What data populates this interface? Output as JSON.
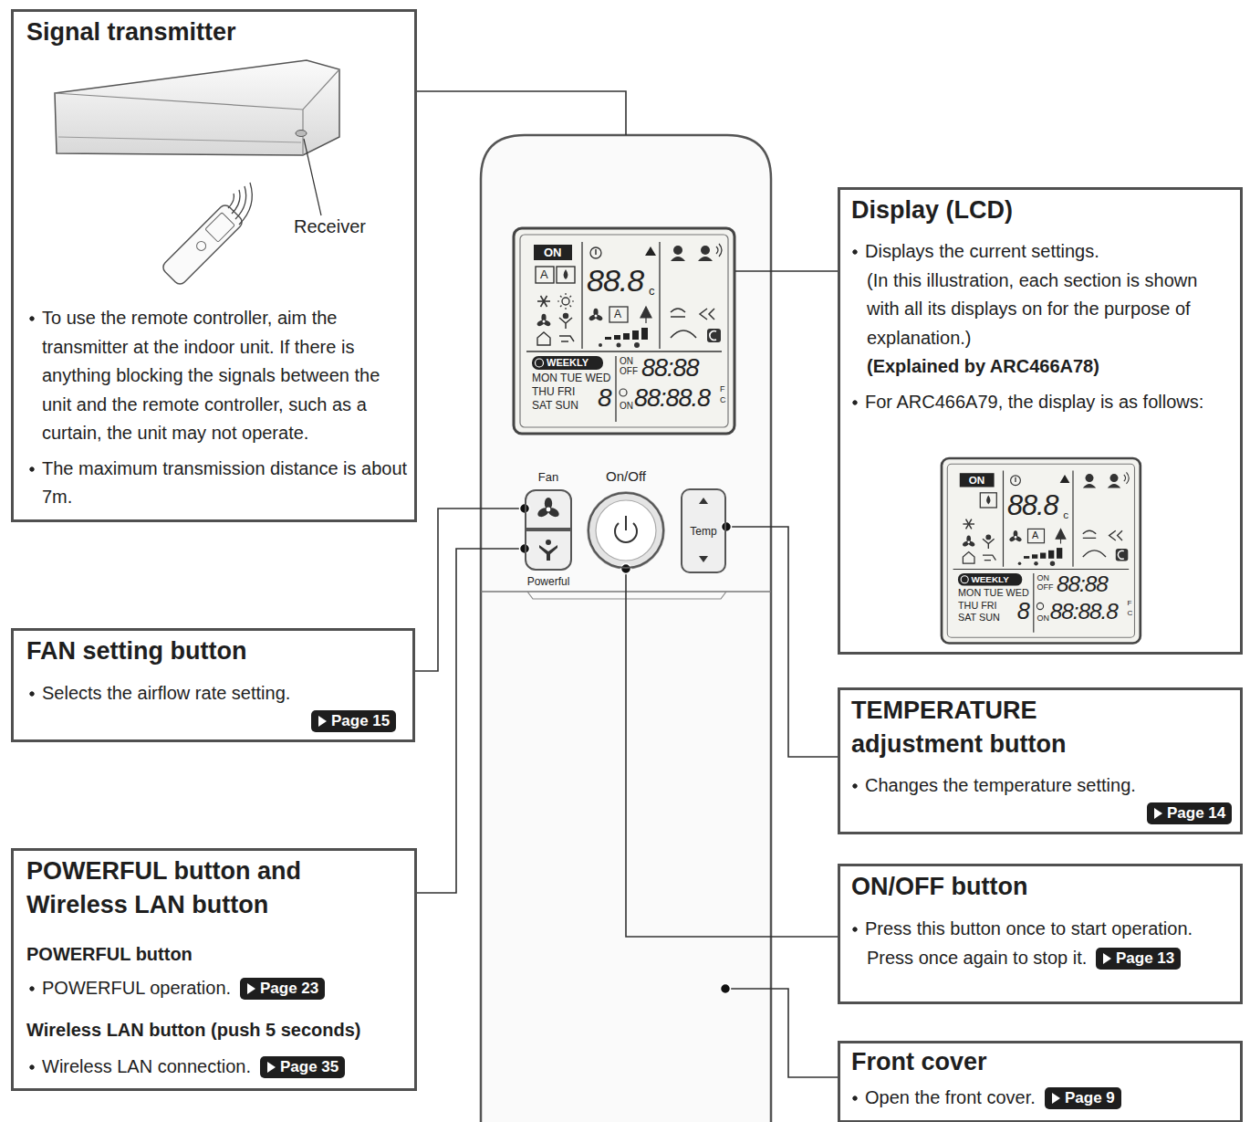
{
  "diagram": {
    "nodes": [
      {
        "text": [
          "Signal transmitter",
          "To use the remote controller, aim the transmitter at the indoor unit. If there is anything blocking the signals between the unit and the remote controller, such as a curtain, the unit may not operate.",
          "The maximum transmission distance is about 7m."
        ]
      },
      {
        "text": [
          "Display (LCD)",
          "Displays the current settings.",
          "(In this illustration, each section is shown with all its displays on for the purpose of explanation.)",
          "(Explained by ARC466A78)",
          "For ARC466A79, the display is as follows:"
        ]
      },
      {
        "text": [
          "Fan"
        ]
      },
      {
        "text": [
          "On/Off"
        ]
      },
      {
        "text": [
          "Temp"
        ]
      },
      {
        "text": [
          "Powerful"
        ]
      },
      {
        "text": [
          "FAN setting button",
          "Selects the airflow rate setting."
        ]
      },
      {
        "text": [
          "Page 15"
        ],
        "in": 6
      },
      {
        "text": [
          "TEMPERATURE adjustment button",
          "Changes the temperature setting."
        ]
      },
      {
        "text": [
          "Page 14"
        ],
        "in": 8
      },
      {
        "text": [
          "POWERFUL button and Wireless LAN button",
          "POWERFUL button",
          "POWERFUL operation.",
          "Wireless LAN button (push 5 seconds)",
          "Wireless LAN connection."
        ]
      },
      {
        "text": [
          "Page 23"
        ],
        "in": 10
      },
      {
        "text": [
          "Page 35"
        ],
        "in": 10
      },
      {
        "text": [
          "ON/OFF button",
          "Press this button once to start operation.",
          "Press once again to stop it."
        ]
      },
      {
        "text": [
          "Page 13"
        ],
        "in": 13
      },
      {
        "text": [
          "Front cover",
          "Open the front cover."
        ]
      },
      {
        "text": [
          "Page 9"
        ],
        "in": 15
      }
    ],
    "edges": [
      {
        "from": 6,
        "to": 2,
        "arrow": "none"
      },
      {
        "from": 8,
        "to": 4,
        "arrow": "none"
      },
      {
        "from": 10,
        "to": 5,
        "arrow": "none"
      },
      {
        "from": 13,
        "to": 3,
        "arrow": "none"
      }
    ],
    "labels": [
      "Receiver",
      "ON",
      "A",
      "88.8",
      "c",
      "A",
      "WEEKLY",
      "MON TUE WED",
      "THU FRI",
      "SAT SUN",
      "8",
      "ON",
      "OFF",
      "88:88",
      "ON",
      "88:88.8",
      "F",
      "C",
      "ON",
      "88.8",
      "c",
      "A",
      "WEEKLY",
      "MON TUE WED",
      "THU FRI",
      "SAT SUN",
      "8",
      "ON",
      "OFF",
      "88:88",
      "ON",
      "88:88.8",
      "F",
      "C"
    ]
  }
}
